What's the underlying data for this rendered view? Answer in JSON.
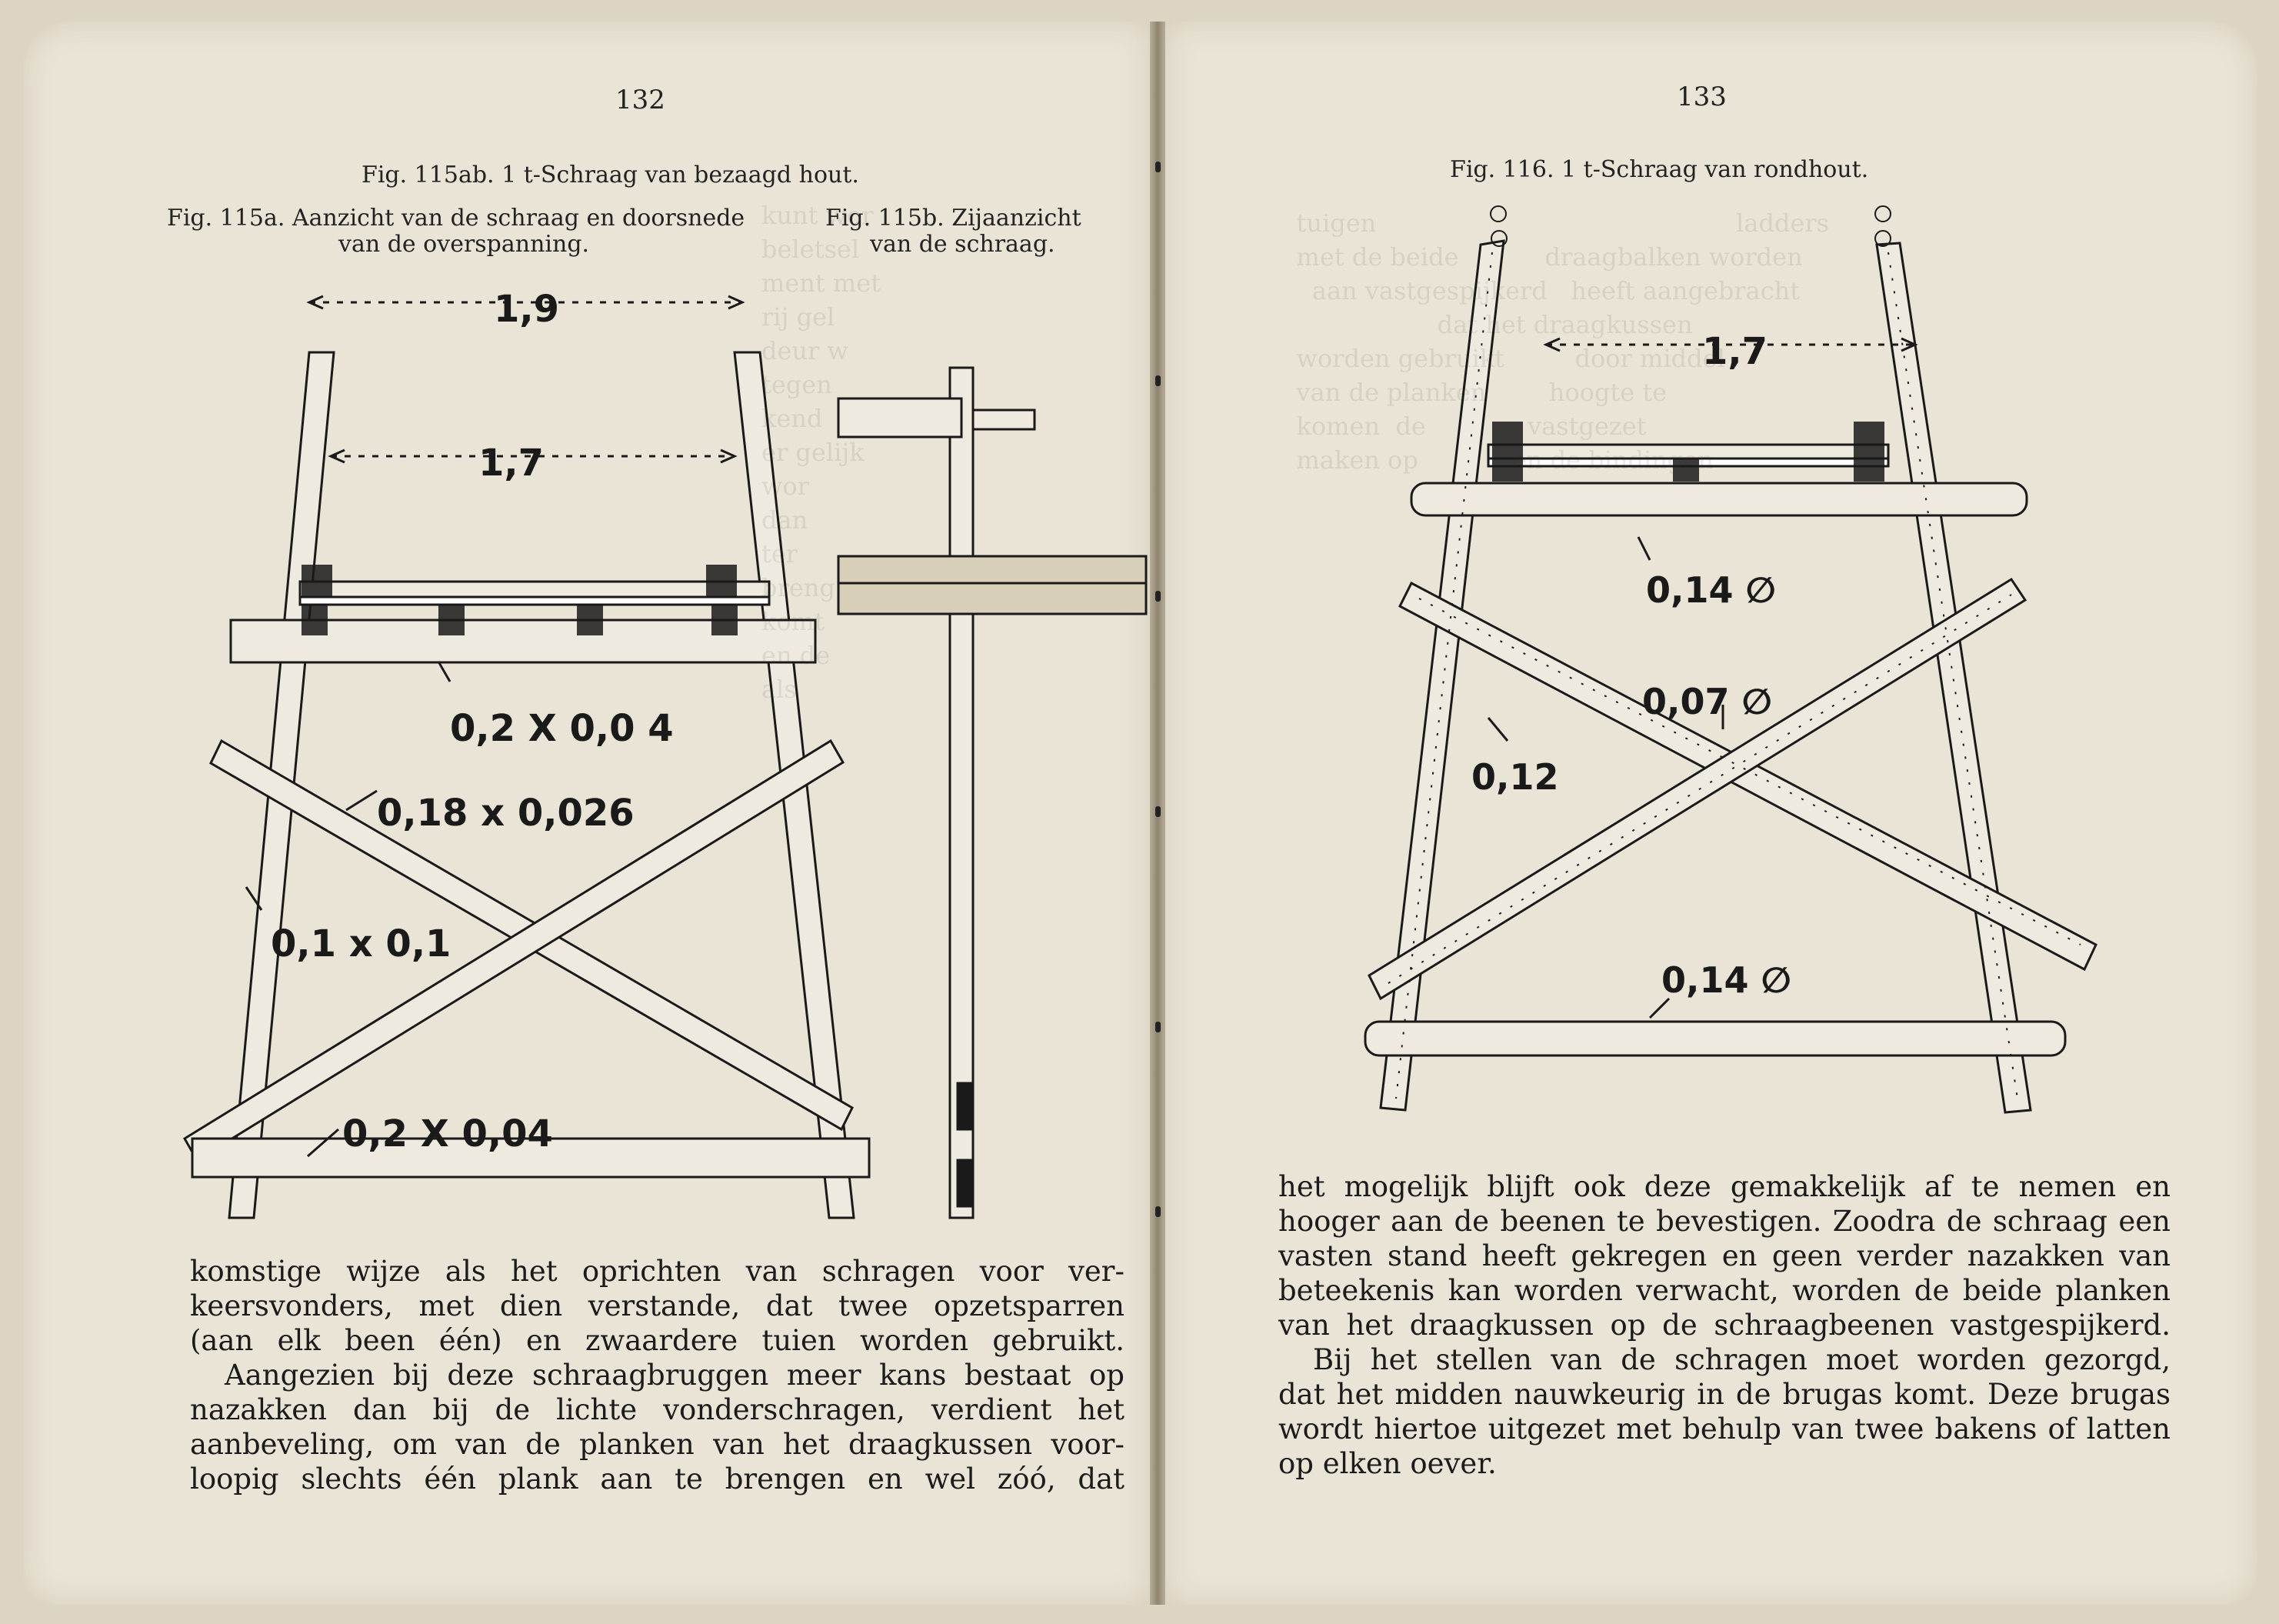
{
  "left_page": {
    "page_number": "132",
    "figure_title": "Fig. 115ab.   1 t-Schraag van bezaagd hout.",
    "caption_a_line1": "Fig. 115a.   Aanzicht van de schraag en doorsnede",
    "caption_a_line2": "van de overspanning.",
    "caption_b_line1": "Fig. 115b.   Zijaanzicht",
    "caption_b_line2": "van de schraag.",
    "diagram_labels": {
      "width_top": "1,9",
      "width_inner": "1,7",
      "beam_top": "0,2 X 0,0 4",
      "brace": "0,18 x 0,026",
      "leg": "0,1 x 0,1",
      "beam_bottom": "0,2 X 0,04"
    },
    "text_lines": [
      "komstige wijze als het oprichten van schragen voor ver-",
      "keersvonders, met dien verstande, dat twee opzetsparren",
      "(aan elk been één) en zwaardere tuien worden gebruikt.",
      "Aangezien bij deze schraagbruggen meer kans bestaat op",
      "nazakken dan bij de lichte vonderschragen, verdient het",
      "aanbeveling, om van de planken van het draagkussen voor-",
      "loopig slechts één plank aan te brengen en wel zóó, dat"
    ]
  },
  "right_page": {
    "page_number": "133",
    "figure_title": "Fig. 116.   1 t-Schraag van rondhout.",
    "diagram_labels": {
      "width_inner": "1,7",
      "beam_top": "0,14 ∅",
      "brace": "0,07 ∅",
      "leg": "0,12",
      "beam_bottom": "0,14 ∅"
    },
    "text_lines": [
      "het mogelijk blijft ook deze gemakkelijk af te nemen en",
      "hooger aan de beenen te bevestigen. Zoodra de schraag een",
      "vasten stand heeft gekregen en geen verder nazakken van",
      "beteekenis kan worden verwacht, worden de beide planken",
      "van het draagkussen op de schraagbeenen vastgespijkerd.",
      "Bij het stellen van de schragen moet worden gezorgd,",
      "dat het midden nauwkeurig in de brugas komt. Deze brugas",
      "wordt hiertoe uitgezet met behulp van twee bakens of latten",
      "op elken oever."
    ]
  }
}
